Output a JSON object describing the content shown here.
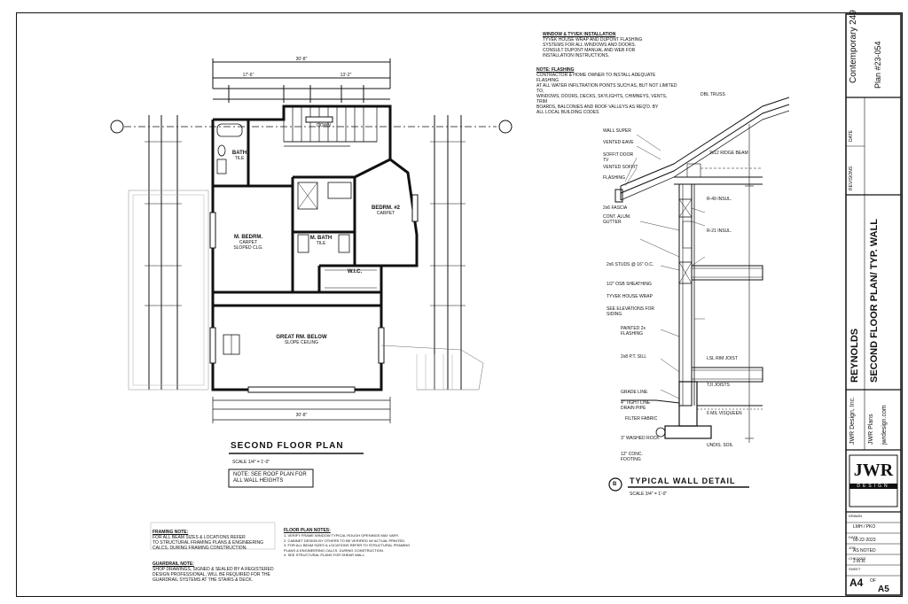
{
  "title_block": {
    "project": "Contemporary 249",
    "plan_number": "Plan #23-054",
    "revisions_label": "REVISIONS",
    "date_label": "DATE",
    "client": "REYNOLDS",
    "sheet_title": "SECOND FLOOR PLAN/ TYP. WALL",
    "company": "JWR Design, Inc.",
    "company_sub": "JWR Plans",
    "website": "jwrdesign.com",
    "logo_text": "JWR",
    "logo_sub": "DESIGN",
    "drawn_label": "DRAWN",
    "drawn_value": "LMH / PKO",
    "date_field_label": "DATE",
    "date_value": "09-22-2023",
    "job_label": "JOB",
    "job_value": "AS NOTED",
    "checked_label": "CHECKED",
    "checked_value": "J.W.R.",
    "sheet_label": "SHEET",
    "sheet_value": "A4",
    "sheet_of": "OF",
    "sheet_total": "A5"
  },
  "plan": {
    "title": "SECOND FLOOR PLAN",
    "scale": "SCALE    1/4\" = 1'-0\"",
    "note_box": "NOTE: SEE ROOF PLAN FOR\nALL WALL HEIGHTS",
    "rooms": {
      "bath": "BATH",
      "bath_sub": "TILE",
      "master_bedroom": "M. BEDRM.",
      "master_bedroom_sub": "CARPET\nSLOPED CLG.",
      "master_bath": "M. BATH",
      "master_bath_sub": "TILE",
      "bedroom2": "BEDRM. #2",
      "bedroom2_sub": "CARPET",
      "wic": "W.I.C.",
      "great_room": "GREAT RM. BELOW",
      "great_room_sub": "SLOPE CEILING",
      "down_label": "DOWN"
    },
    "dims": {
      "overall": "30'-8\"",
      "sub_a": "17'-6\"",
      "sub_b": "13'-2\""
    }
  },
  "detail": {
    "title": "TYPICAL WALL DETAIL",
    "scale": "SCALE    3/4\" = 1'-0\"",
    "tag": "B"
  },
  "notes": {
    "window_head": "WINDOW & TYVEK INSTALLATION",
    "window_body": "TYVEK HOUSE WRAP AND DUPONT FLASHING\nSYSTEMS FOR ALL WINDOWS AND DOORS.\nCONSULT DUPONT MANUAL AND WEB FOR\nINSTALLATION INSTRUCTIONS.",
    "flashing_head": "NOTE: FLASHING",
    "flashing_body": "CONTRACTOR & HOME OWNER TO INSTALL ADEQUATE FLASHING\nAT ALL WATER INFILTRATION POINTS SUCH AS, BUT NOT LIMITED TO,\nWINDOWS, DOORS, DECKS, SKYLIGHTS, CHIMNEYS, VENTS, TRIM\nBOARDS, BALCONIES AND ROOF VALLEYS AS REQ'D. BY\nALL LOCAL BUILDING CODES",
    "framing_head": "FRAMING NOTE:",
    "framing_body": "FOR ALL BEAM SIZES & LOCATIONS REFER\nTO STRUCTURAL FRAMING PLANS & ENGINEERING\nCALCS. DURING FRAMING CONSTRUCTION.",
    "guardrail_head": "GUARDRAIL NOTE:",
    "guardrail_body": "SHOP DRAWINGS, SIGNED & SEALED BY A REGISTERED\nDESIGN PROFESSIONAL, WILL BE REQUIRED FOR THE\nGUARDRAIL SYSTEMS AT THE STAIRS & DECK.",
    "floorplan_head": "FLOOR PLAN NOTES:",
    "floorplan_body": "1. VERIFY FRAME WINDOW TYPICAL ROUGH OPENINGS MAY VARY.\n2. CABINET DESIGN BY OTHERS TO BE VERIFIED W/ ACTUAL PRINTED.\n3. FOR ALL BEAM SIZES & LOCATIONS REFER TO STRUCTURAL FRAMING\n   PLANS & ENGINEERING CALCS. DURING CONSTRUCTION.\n4. SEE STRUCTURAL PLANS FOR SHEAR WALL.",
    "wall_labels": [
      "WALL SUPER",
      "VENTED EAVE",
      "SOFFIT DOOR TV",
      "VENTED SOFFIT",
      "FLASHING",
      "2x6 FASCIA",
      "CONT. ALUM. GUTTER",
      "2x6 STUDS @ 16\" O.C.",
      "1/2\" OSB SHEATHING",
      "TYVEK HOUSE WRAP",
      "SEE ELEVATIONS FOR SIDING",
      "PAINTED 2x FLASHING",
      "2x8 P.T. SILL",
      "GRADE LINE",
      "4\" TIGHT LINE DRAIN PIPE",
      "FILTER FABRIC",
      "3\" WASHED ROCK",
      "12\" CONC. FOOTING",
      "DBL TRUSS",
      "2x12 RIDGE BEAM",
      "R-49 INSUL.",
      "R-21 INSUL.",
      "LSL RIM JOIST",
      "TJI JOISTS",
      "6 MIL VISQUEEN",
      "UNDIS. SOIL"
    ]
  }
}
